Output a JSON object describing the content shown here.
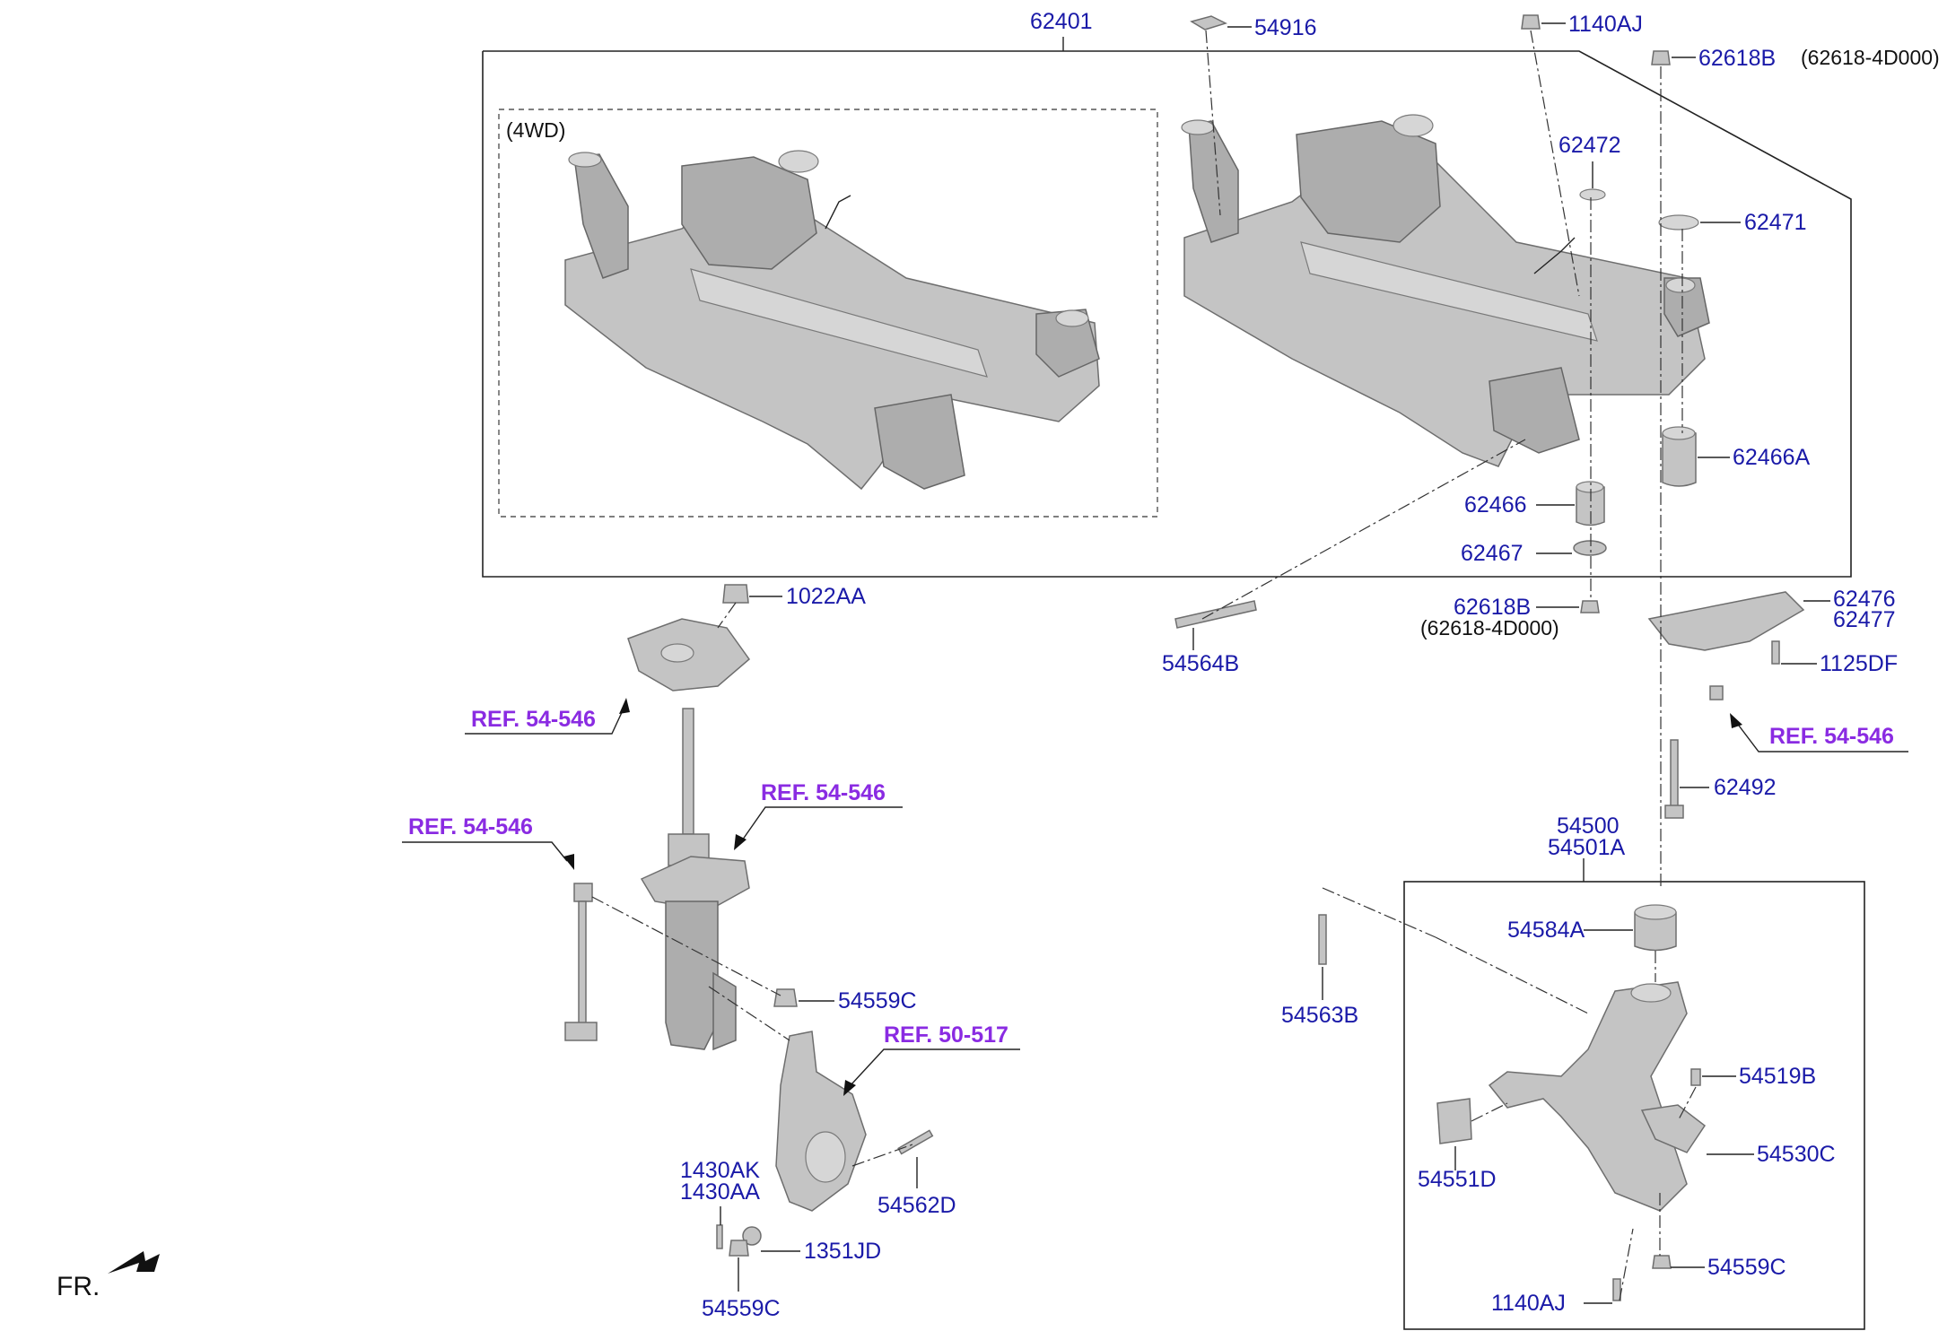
{
  "diagram": {
    "labels": {
      "p62401": "62401",
      "p54916": "54916",
      "p1140AJ_top": "1140AJ",
      "p62618B_top": "62618B",
      "p62618B_top_note": "(62618-4D000)",
      "p4wd": "(4WD)",
      "p62472": "62472",
      "p62471": "62471",
      "p62466A": "62466A",
      "p62466": "62466",
      "p62467": "62467",
      "p62618B_bot": "62618B",
      "p62618B_bot_note": "(62618-4D000)",
      "p62476": "62476",
      "p62477": "62477",
      "p1125DF": "1125DF",
      "p54564B": "54564B",
      "p1022AA": "1022AA",
      "ref1": "REF. 54-546",
      "ref2": "REF. 54-546",
      "ref3": "REF. 54-546",
      "ref4": "REF. 54-546",
      "ref5": "REF. 50-517",
      "p62492": "62492",
      "p54500": "54500",
      "p54501A": "54501A",
      "p54584A": "54584A",
      "p54563B": "54563B",
      "p54559C_strut": "54559C",
      "p54519B": "54519B",
      "p54530C": "54530C",
      "p54551D": "54551D",
      "p54559C_arm": "54559C",
      "p1140AJ_bot": "1140AJ",
      "p1430AK": "1430AK",
      "p1430AA": "1430AA",
      "p54562D": "54562D",
      "p1351JD": "1351JD",
      "p54559C_knuckle": "54559C",
      "fr": "FR."
    }
  }
}
